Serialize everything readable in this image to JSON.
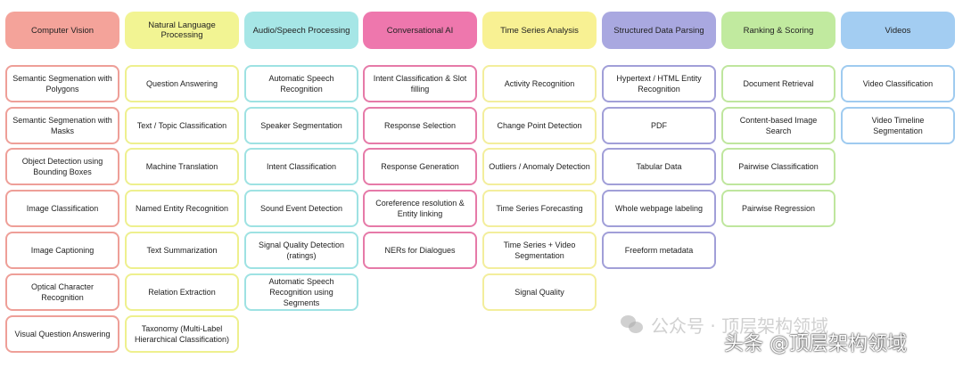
{
  "columns": [
    {
      "title": "Computer Vision",
      "header_color": "#f4a39a",
      "border_color": "#ee9f98",
      "items": [
        "Semantic Segmenation with Polygons",
        "Semantic Segmenation with Masks",
        "Object Detection using Bounding Boxes",
        "Image Classification",
        "Image Captioning",
        "Optical Character Recognition",
        "Visual Question Answering"
      ]
    },
    {
      "title": "Natural Language Processing",
      "header_color": "#f2f493",
      "border_color": "#eef08e",
      "items": [
        "Question Answering",
        "Text / Topic Classification",
        "Machine Translation",
        "Named Entity Recognition",
        "Text Summarization",
        "Relation Extraction",
        "Taxonomy (Multi-Label Hierarchical Classification)"
      ]
    },
    {
      "title": "Audio/Speech Processing",
      "header_color": "#a6e6e6",
      "border_color": "#9ee2e3",
      "items": [
        "Automatic Speech Recognition",
        "Speaker Segmentation",
        "Intent Classification",
        "Sound Event Detection",
        "Signal Quality Detection (ratings)",
        "Automatic Speech Recognition using Segments"
      ]
    },
    {
      "title": "Conversational AI",
      "header_color": "#ee77ad",
      "border_color": "#e67aa8",
      "items": [
        "Intent Classification & Slot filling",
        "Response Selection",
        "Response Generation",
        "Coreference resolution & Entity linking",
        "NERs for Dialogues"
      ]
    },
    {
      "title": "Time Series Analysis",
      "header_color": "#f8f193",
      "border_color": "#f3ee9c",
      "items": [
        "Activity Recognition",
        "Change Point Detection",
        "Outliers / Anomaly Detection",
        "Time Series Forecasting",
        "Time Series + Video Segmentation",
        "Signal Quality"
      ]
    },
    {
      "title": "Structured Data Parsing",
      "header_color": "#a9a8e0",
      "border_color": "#a19fd8",
      "items": [
        "Hypertext / HTML Entity Recognition",
        "PDF",
        "Tabular Data",
        "Whole webpage labeling",
        "Freeform metadata"
      ]
    },
    {
      "title": "Ranking & Scoring",
      "header_color": "#c1ea9f",
      "border_color": "#bfe69e",
      "items": [
        "Document Retrieval",
        "Content-based Image Search",
        "Pairwise Classification",
        "Pairwise Regression"
      ]
    },
    {
      "title": "Videos",
      "header_color": "#a3cdf2",
      "border_color": "#9fcbf0",
      "items": [
        "Video Classification",
        "Video Timeline Segmentation"
      ]
    }
  ],
  "watermark": {
    "icon": "wechat-icon",
    "text": "公众号 · 顶层架构领域"
  },
  "credit": "头条 @顶层架构领域"
}
